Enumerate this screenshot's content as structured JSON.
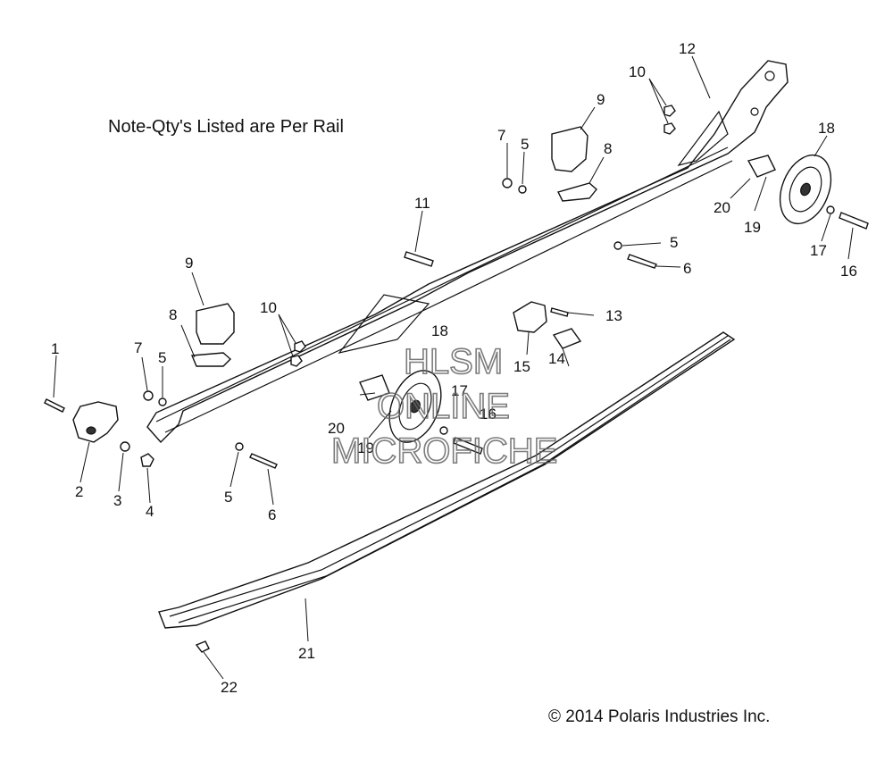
{
  "note": "Note-Qty's Listed are Per Rail",
  "copyright": "© 2014 Polaris Industries Inc.",
  "watermark": {
    "line1": "HLSM",
    "line2": "ONLINE",
    "line3": "MICROFICHE"
  },
  "callouts": {
    "c1": "1",
    "c2": "2",
    "c3": "3",
    "c4": "4",
    "c5a": "5",
    "c5b": "5",
    "c5c": "5",
    "c5d": "5",
    "c6a": "6",
    "c6b": "6",
    "c7a": "7",
    "c7b": "7",
    "c8a": "8",
    "c8b": "8",
    "c9a": "9",
    "c9b": "9",
    "c10a": "10",
    "c10b": "10",
    "c11": "11",
    "c12": "12",
    "c13": "13",
    "c14": "14",
    "c15": "15",
    "c16a": "16",
    "c16b": "16",
    "c17a": "17",
    "c17b": "17",
    "c18a": "18",
    "c18b": "18",
    "c19a": "19",
    "c19b": "19",
    "c20a": "20",
    "c20b": "20",
    "c21": "21",
    "c22": "22"
  }
}
